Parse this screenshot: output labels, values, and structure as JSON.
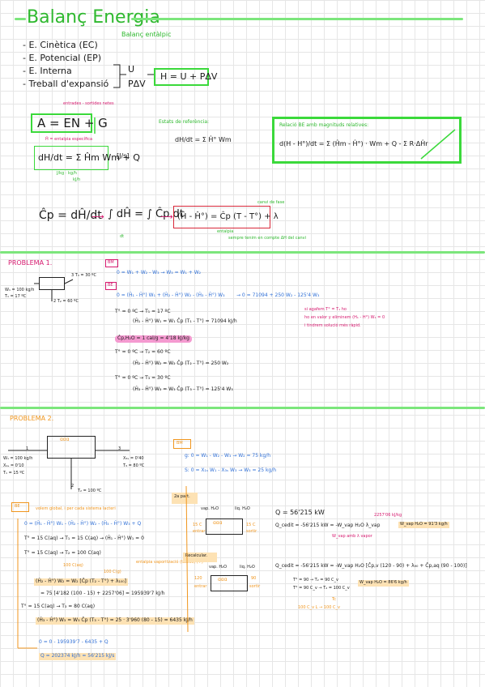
{
  "title": "Balanç Energia",
  "subtitle": "Balanç entàlpic",
  "energy_list": [
    "- E. Cinètica (EC)",
    "- E. Potencial (EP)",
    "- E. Interna",
    "- Treball d'expansió"
  ],
  "bracket_U": "U",
  "bracket_PdV": "PΔV",
  "enthalpy_box": "H = U + PΔV",
  "acc_note": "entrades - sortides netes",
  "acc_eq": "A = EN + G",
  "acc_sub": "Ĥ = entalpia específica",
  "ref_title": "Estats de referència:",
  "ref_eq": "dH/dt = Σ Ĥ° Wm",
  "dH_eq": "dH/dt = Σ Ĥm Wm + Q",
  "dH_unit": "[J/s]",
  "dH_note1": "J/kg · kg/h",
  "dH_note2": "kJ/h",
  "rel_title": "Relació BE amb magnituds relatives:",
  "rel_eq": "d(H - H°)/dt = Σ (Ĥm - Ĥ°) · Wm + Q - Σ R·ΔĤr",
  "cp_eq": "Ĉp = dĤ/dt",
  "cp_int": "∫ dĤ = ∫ Ĉp dt",
  "cp_box": "(Ĥ - Ĥ°) = Ĉp (T - T°) + λ",
  "cp_note1": "canvi de fase",
  "cp_note2": "entalpia",
  "cp_note3": "sempre tenim en compte ΔH del canvi",
  "cp_dt": "dt",
  "p1": {
    "title": "PROBLEMA 1.",
    "w1": "W₁ = 100 kg/h",
    "t1": "T₁ = 17 ºC",
    "w3": "3  T₃ = 30 ºC",
    "w2": "2  T₂ = 60 ºC",
    "bm_tag": "BM",
    "bm_eq": "0 = W₁ + W₂ - W₃ → W₃ = W₁ + W₂",
    "be_tag": "BE",
    "be_eq": "0 = (Ĥ₁ - Ĥ°) W₁ + (Ĥ₂ - Ĥ°) W₂ - (Ĥ₃ - Ĥ°) W₃",
    "be_result": "→ 0 = 71094 + 250 W₂ - 125'4 W₃",
    "ref1": "T° = 0 ºC → T₁ = 17 ºC",
    "ref1b": "(Ĥ₁ - Ĥ°) W₁ = W₁ Ĉp (T₁ - T°) = 71094 kJ/h",
    "cp_val": "Ĉp,H₂O = 1 cal/g = 4'18 kJ/kg",
    "ref2": "T° = 0 ºC → T₂ = 60 ºC",
    "ref2b": "(Ĥ₂ - Ĥ°) W₂ = W₂ Ĉp (T₂ - T°) = 250 W₂",
    "ref3": "T° = 0 ºC → T₃ = 30 ºC",
    "ref3b": "(Ĥ₃ - Ĥ°) W₃ = W₃ Ĉp (T₃ - T°) = 125'4 W₃",
    "note1": "si agafem T° = T₁ ho",
    "note2": "ho en valor y eliminem (H₁ - H°) W₁ = 0",
    "note3": "i tindrem solució més ràpid."
  },
  "p2": {
    "title": "PROBLEMA 2.",
    "w1": "W₁ = 100 kg/h",
    "x1": "X₁ₛ = 0'10",
    "t1": "T₁ = 15 ºC",
    "x3": "X₃ₛ = 0'40",
    "t3": "T₃ = 80 ºC",
    "t2": "T₂ = 100 ºC",
    "num1": "1",
    "num3": "3",
    "num2": "2",
    "bm_tag": "BM",
    "bm_g": "g:  0 = W₁ - W₂ - W₃  → W₂ = 75 kg/h",
    "bm_s": "S:  0 = X₁ₛ W₁ - X₃ₛ W₃  → W₃ = 25 kg/h",
    "be_tag": "BE",
    "be_note": "volem global, i per cada sistema lacteri",
    "be_eq": "0 = (Ĥ₁ - Ĥ°) W₁ - (Ĥ₂ - Ĥ°) W₂ - (Ĥ₃ - Ĥ°) W₃ + Q",
    "r1": "T° = 15 C(aq) → T₁ = 15 C(aq) → (Ĥ₁ - Ĥ°) W₁ = 0",
    "r2": "T° = 15 C(aq) → T₂ = 100 C(aq)",
    "r2a": "100 C(aq)",
    "r2b": "100 C(g)",
    "r2c": "entalpia vaporització (taules) (+)",
    "r2d": "(Ĥ₂ - Ĥ°) W₂ = W₂ [Ĉp (T₂ - T°) + λ₁₀₀]",
    "r2e": "= 75 [4'182 (100 - 15) + 2257'06] = 195939'7 kJ/h",
    "r3": "T° = 15 C(aq) → T₃ = 80 C(aq)",
    "r3b": "(Ĥ₃ - Ĥ°) W₃ = W₃ Ĉp (T₃ - T°) = 25 · 3'960 (80 - 15) = 6435 kJ/h",
    "r4": "0 = 0 - 195939'7 - 6435 + Q",
    "r5": "Q = 202374 kJ/h = 56'215 kJ/s",
    "part2_tag": "2a part.",
    "vap1": "vap. H₂O",
    "liq1": "liq. H₂O",
    "t15a": "15 C",
    "t15b": "15 C",
    "ent": "entrar",
    "sort": "sortir",
    "q": "Q = 56'215 kW",
    "q2": "Q_cedit = -56'215 kW = -W_vap H₂O λ_vap",
    "q2note": "2257'06 kJ/kg",
    "wvap": "W_vap H₂O = 91'3 kg/h",
    "q2sub": "W_vap amb λ vapor",
    "rec_tag": "Recalcular.",
    "t120": "120",
    "t90": "90",
    "qcedit2": "Q_cedit = -56'215 kW = -W_vap H₂O [Ĉp,v (120 - 90) + λ₉₀ + Ĉp,aq (90 - 100)]",
    "t90b": "T° = 90 → T₂ = 90 C_v",
    "t90c": "T° = 90 C_v → T₂ = 100 C_v",
    "wvap2": "W_vap H₂O = 86'6 kg/h",
    "tc": "Tc",
    "t100": "100 C_v L → 100 C_v",
    "kgh": "kJ/kg"
  }
}
